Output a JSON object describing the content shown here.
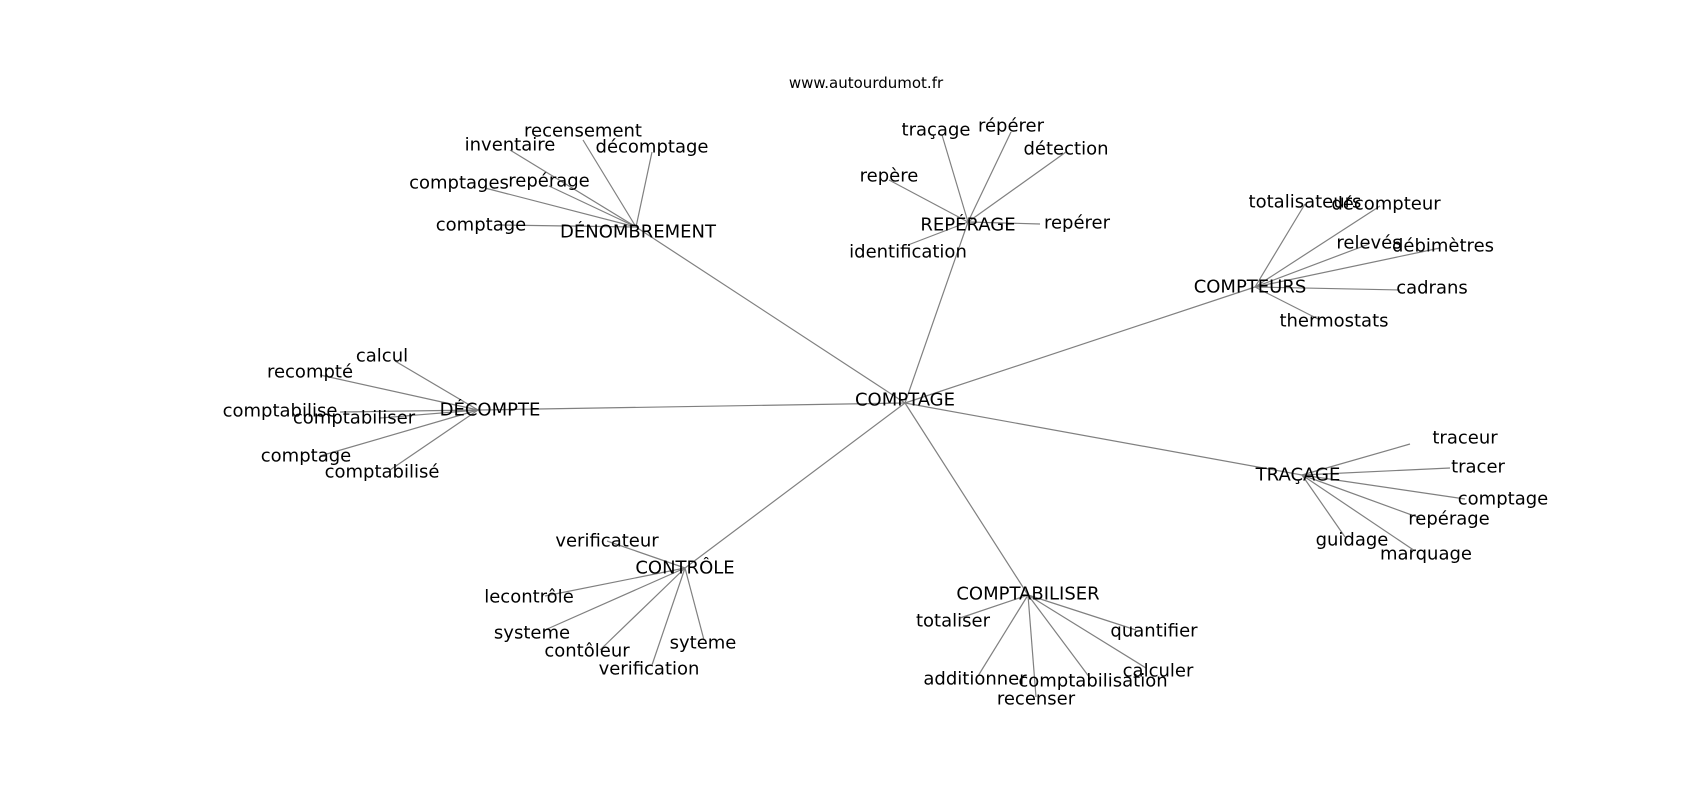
{
  "source": "www.autourdumot.fr",
  "center": "COMPTAGE",
  "hubs": [
    {
      "id": "denombrement",
      "label": "DÉNOMBREMENT",
      "leaves": [
        "recensement",
        "inventaire",
        "décomptage",
        "comptages",
        "repérage",
        "comptage"
      ]
    },
    {
      "id": "reperage",
      "label": "REPÉRAGE",
      "leaves": [
        "traçage",
        "répérer",
        "détection",
        "repère",
        "repérer",
        "identification"
      ]
    },
    {
      "id": "compteurs",
      "label": "COMPTEURS",
      "leaves": [
        "totalisateurs",
        "décompteur",
        "relevés",
        "débimètres",
        "cadrans",
        "thermostats"
      ]
    },
    {
      "id": "decompte",
      "label": "DÉCOMPTE",
      "leaves": [
        "calcul",
        "recompté",
        "comptabilise",
        "comptabiliser",
        "comptage",
        "comptabilisé"
      ]
    },
    {
      "id": "tracage",
      "label": "TRAÇAGE",
      "leaves": [
        "traceur",
        "tracer",
        "comptage",
        "repérage",
        "guidage",
        "marquage"
      ]
    },
    {
      "id": "controle",
      "label": "CONTRÔLE",
      "leaves": [
        "verificateur",
        "lecontrôle",
        "systeme",
        "contôleur",
        "syteme",
        "verification"
      ]
    },
    {
      "id": "comptabiliser",
      "label": "COMPTABILISER",
      "leaves": [
        "totaliser",
        "quantifier",
        "additionner",
        "calculer",
        "comptabilisation",
        "recenser"
      ]
    }
  ]
}
